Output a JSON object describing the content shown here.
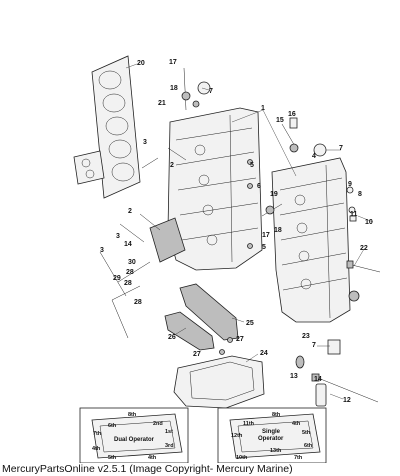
{
  "callouts": {
    "c1": "1",
    "c2": "2",
    "c3": "3",
    "c4": "4",
    "c5": "5",
    "c6": "6",
    "c7": "7",
    "c8": "8",
    "c9": "9",
    "c10": "10",
    "c11": "11",
    "c12": "12",
    "c13": "13",
    "c14": "14",
    "c15": "15",
    "c16": "16",
    "c17": "17",
    "c18": "18",
    "c19": "19",
    "c20": "20",
    "c21": "21",
    "c22": "22",
    "c23": "23",
    "c24": "24",
    "c25": "25",
    "c26": "26",
    "c27": "27",
    "c28": "28",
    "c29": "29",
    "c30": "30"
  },
  "inset_left": {
    "title_line1": "Dual Operator",
    "seq": [
      "1st",
      "2nd",
      "3rd",
      "4th",
      "5th",
      "6th",
      "7th",
      "8th",
      "4th"
    ]
  },
  "inset_right": {
    "title_line1": "Single",
    "title_line2": "Operator",
    "seq": [
      "4th",
      "5th",
      "6th",
      "7th",
      "8th",
      "11th",
      "12th",
      "13th",
      "10th"
    ]
  },
  "footer": {
    "text": "MercuryPartsOnline v2.5.1 (Image Copyright- Mercury Marine)"
  }
}
